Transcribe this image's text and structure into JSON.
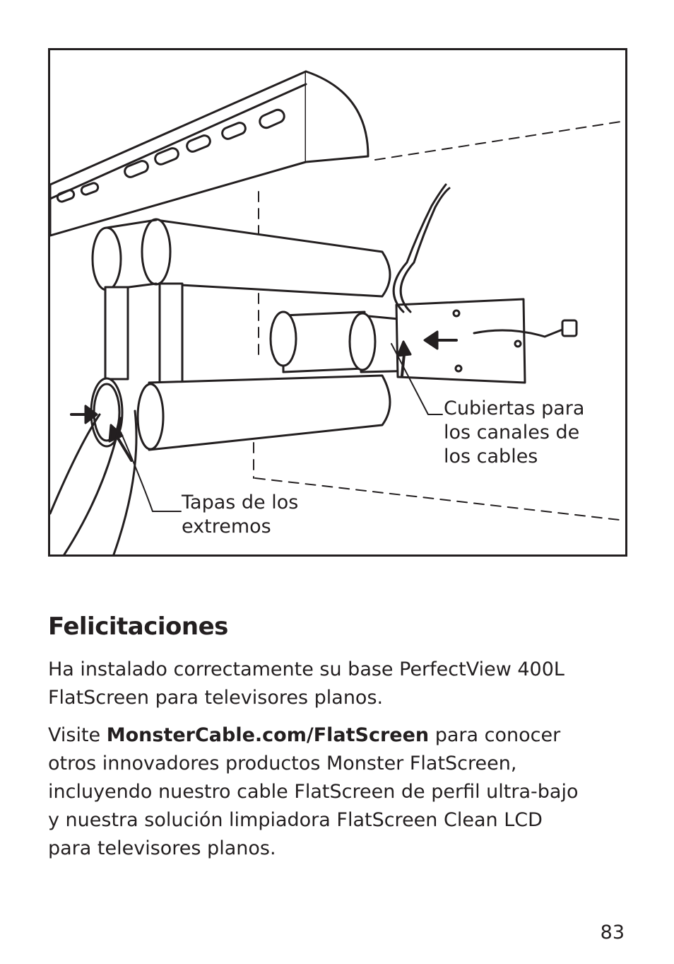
{
  "figure": {
    "callouts": {
      "cubiertas": [
        "Cubiertas para",
        "los canales de",
        "los cables"
      ],
      "tapas": [
        "Tapas de los",
        "extremos"
      ]
    }
  },
  "section": {
    "heading": "Felicitaciones",
    "paragraph1": [
      "Ha instalado correctamente su base PerfectView 400L",
      "FlatScreen para televisores planos."
    ],
    "paragraph2": {
      "line1_prefix": "Visite ",
      "link": "MonsterCable.com/FlatScreen",
      "line1_suffix": " para conocer",
      "lines": [
        "otros innovadores productos Monster FlatScreen,",
        "incluyendo nuestro cable FlatScreen de perfil ultra-bajo",
        "y nuestra solución limpiadora FlatScreen Clean LCD",
        "para televisores planos."
      ]
    }
  },
  "page_number": "83"
}
